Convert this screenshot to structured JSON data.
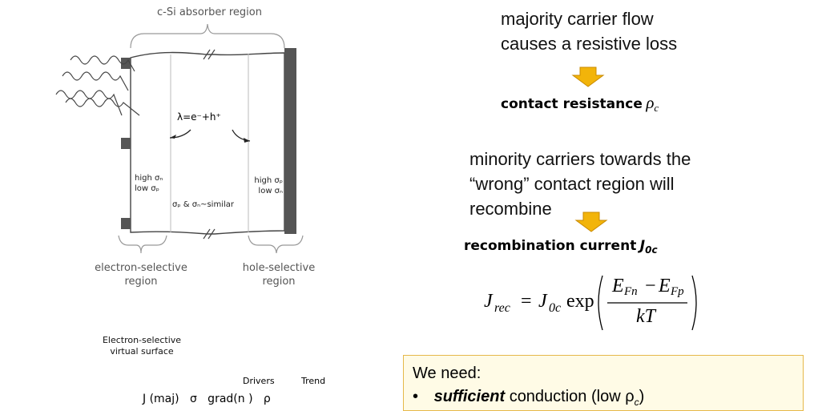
{
  "left_diagram": {
    "absorber_label": "c-Si absorber region",
    "lambda_label": "λ=e⁻+h⁺",
    "left_region": {
      "line1": "high σₙ",
      "line2": "low σₚ"
    },
    "right_region": {
      "line1": "high σₚ",
      "line2": "low σₙ"
    },
    "middle_label": "σₚ & σₙ~similar",
    "electron_label": {
      "line1": "electron-selective",
      "line2": "region"
    },
    "hole_label": {
      "line1": "hole-selective",
      "line2": "region"
    }
  },
  "lower_diagram": {
    "title": {
      "line1": "Electron-selective",
      "line2": "virtual surface"
    },
    "col_drivers": "Drivers",
    "col_trend": "Trend",
    "row_partial": "J (maj)   σ   grad(n )   ρ"
  },
  "right": {
    "majority_line1": "majority carrier flow",
    "majority_line2": "causes a resistive loss",
    "contact_resistance": "contact resistance",
    "rho": "ρ",
    "rho_sub": "c",
    "minority_line1": "minority carriers towards the",
    "minority_line2": "“wrong” contact region will",
    "minority_line3": "recombine",
    "recomb_current": "recombination current",
    "j0c": "J",
    "j0c_sub": "0c",
    "equation": {
      "lhs": "J",
      "lhs_sub": "rec",
      "eq": "=",
      "j": "J",
      "j_sub": "0c",
      "exp": "exp",
      "num_left": "E",
      "num_left_sub": "Fn",
      "minus": "−",
      "num_right": "E",
      "num_right_sub": "Fp",
      "den": "kT"
    },
    "box": {
      "title": "We need:",
      "bullet": "•",
      "item_bold": "sufficient",
      "item_rest": "conduction (low ρ",
      "item_sub": "c",
      "item_close": ")"
    }
  },
  "colors": {
    "arrow": "#f2b40a",
    "arrow_border": "#c98a00",
    "box_border": "#e6b84a",
    "box_bg": "#fffbe6"
  }
}
